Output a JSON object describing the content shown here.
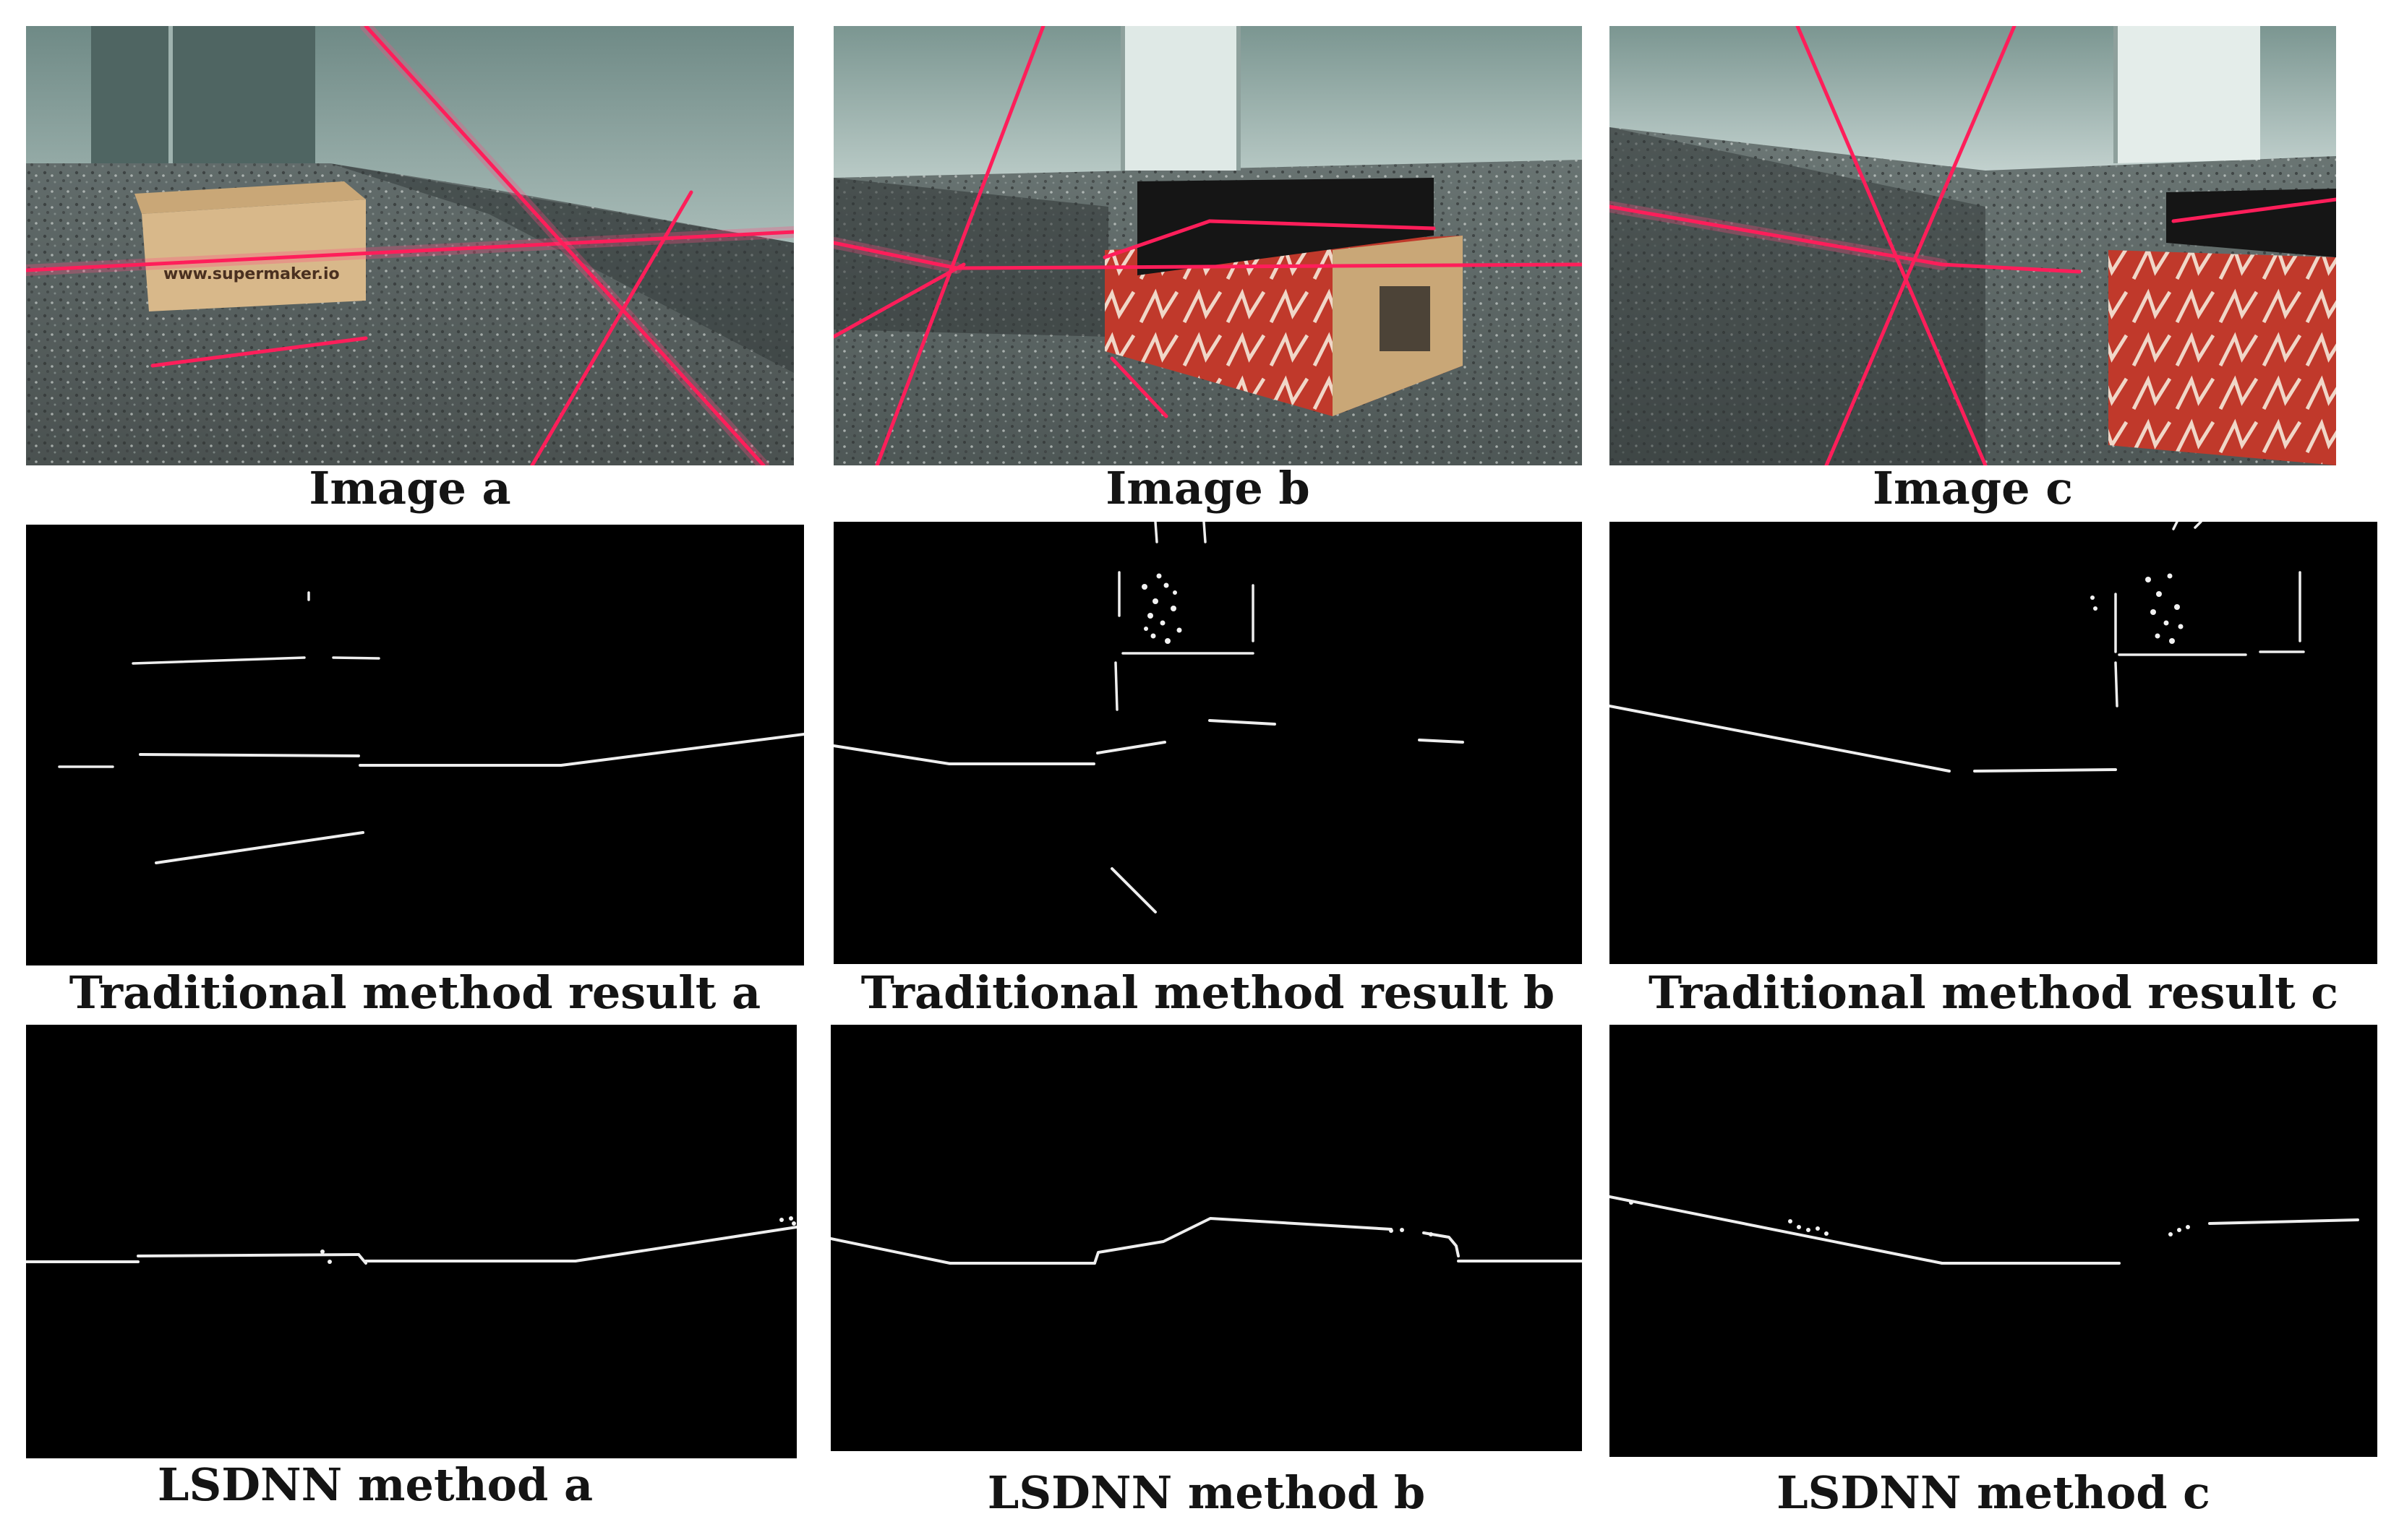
{
  "figure": {
    "rows": [
      {
        "row_id": "input",
        "panels": [
          {
            "id": "a",
            "caption": "Image a",
            "box_text": "www.supermaker.io"
          },
          {
            "id": "b",
            "caption": "Image b"
          },
          {
            "id": "c",
            "caption": "Image c"
          }
        ]
      },
      {
        "row_id": "traditional",
        "panels": [
          {
            "id": "a",
            "caption": "Traditional method result a"
          },
          {
            "id": "b",
            "caption": "Traditional method result b"
          },
          {
            "id": "c",
            "caption": "Traditional method result c"
          }
        ]
      },
      {
        "row_id": "lsdnn",
        "panels": [
          {
            "id": "a",
            "caption": "LSDNN method a"
          },
          {
            "id": "b",
            "caption": "LSDNN method b"
          },
          {
            "id": "c",
            "caption": "LSDNN method c"
          }
        ]
      }
    ]
  },
  "colors": {
    "background": "#ffffff",
    "panel_background": "#000000",
    "caption_text": "#141414",
    "laser_red": "#ff1e5a",
    "detected_line": "#eeeeee"
  }
}
